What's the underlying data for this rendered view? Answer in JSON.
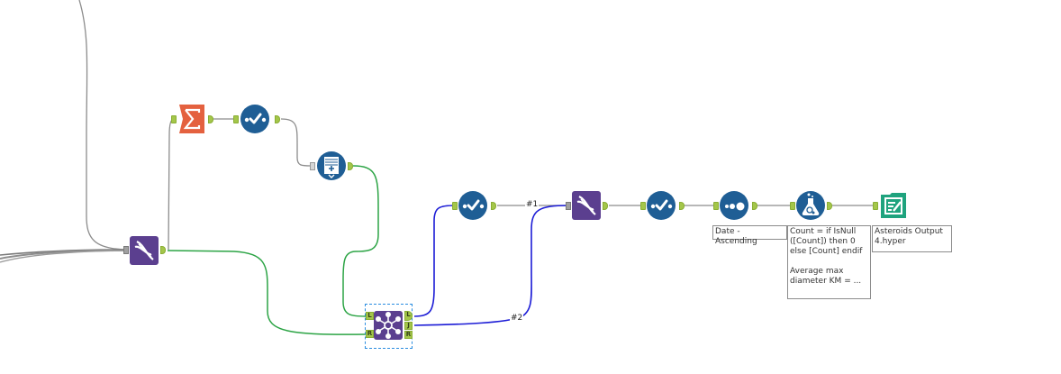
{
  "canvas": {
    "background": "#ffffff"
  },
  "colors": {
    "connection_gray": "#8c8c8c",
    "connection_green": "#2ca445",
    "connection_blue": "#1c1cd6",
    "anchor_green": "#a4c64a",
    "tool_blue": "#1f5e95",
    "tool_purple": "#5b3f8f",
    "tool_orange": "#e4613f",
    "tool_teal": "#1fa37e"
  },
  "tools": [
    {
      "id": "dynamic-rename-1",
      "icon": "dna-icon",
      "category": "developer"
    },
    {
      "id": "summarize",
      "icon": "sigma-icon",
      "category": "transform"
    },
    {
      "id": "select-1",
      "icon": "select-check-icon",
      "category": "preparation"
    },
    {
      "id": "append-fields",
      "icon": "append-fields-icon",
      "category": "join"
    },
    {
      "id": "join",
      "icon": "join-icon",
      "category": "join"
    },
    {
      "id": "select-2",
      "icon": "select-check-icon",
      "category": "preparation"
    },
    {
      "id": "dynamic-rename-2",
      "icon": "dna-icon",
      "category": "developer"
    },
    {
      "id": "select-3",
      "icon": "select-check-icon",
      "category": "preparation"
    },
    {
      "id": "sort",
      "icon": "sort-dots-icon",
      "category": "preparation"
    },
    {
      "id": "formula",
      "icon": "formula-flask-icon",
      "category": "preparation"
    },
    {
      "id": "output-data",
      "icon": "output-data-icon",
      "category": "in-out"
    }
  ],
  "join_anchors": {
    "left_input": "L",
    "right_input": "R",
    "left_output": "L",
    "join_output": "J",
    "right_output": "R"
  },
  "connection_labels": {
    "one": "#1",
    "two": "#2"
  },
  "annotations": {
    "sort": "Date - Ascending",
    "formula": "Count = if IsNull\n([Count]) then 0\nelse [Count] endif\n\nAverage max\ndiameter KM = ...",
    "output": "Asteroids Output\n4.hyper"
  }
}
